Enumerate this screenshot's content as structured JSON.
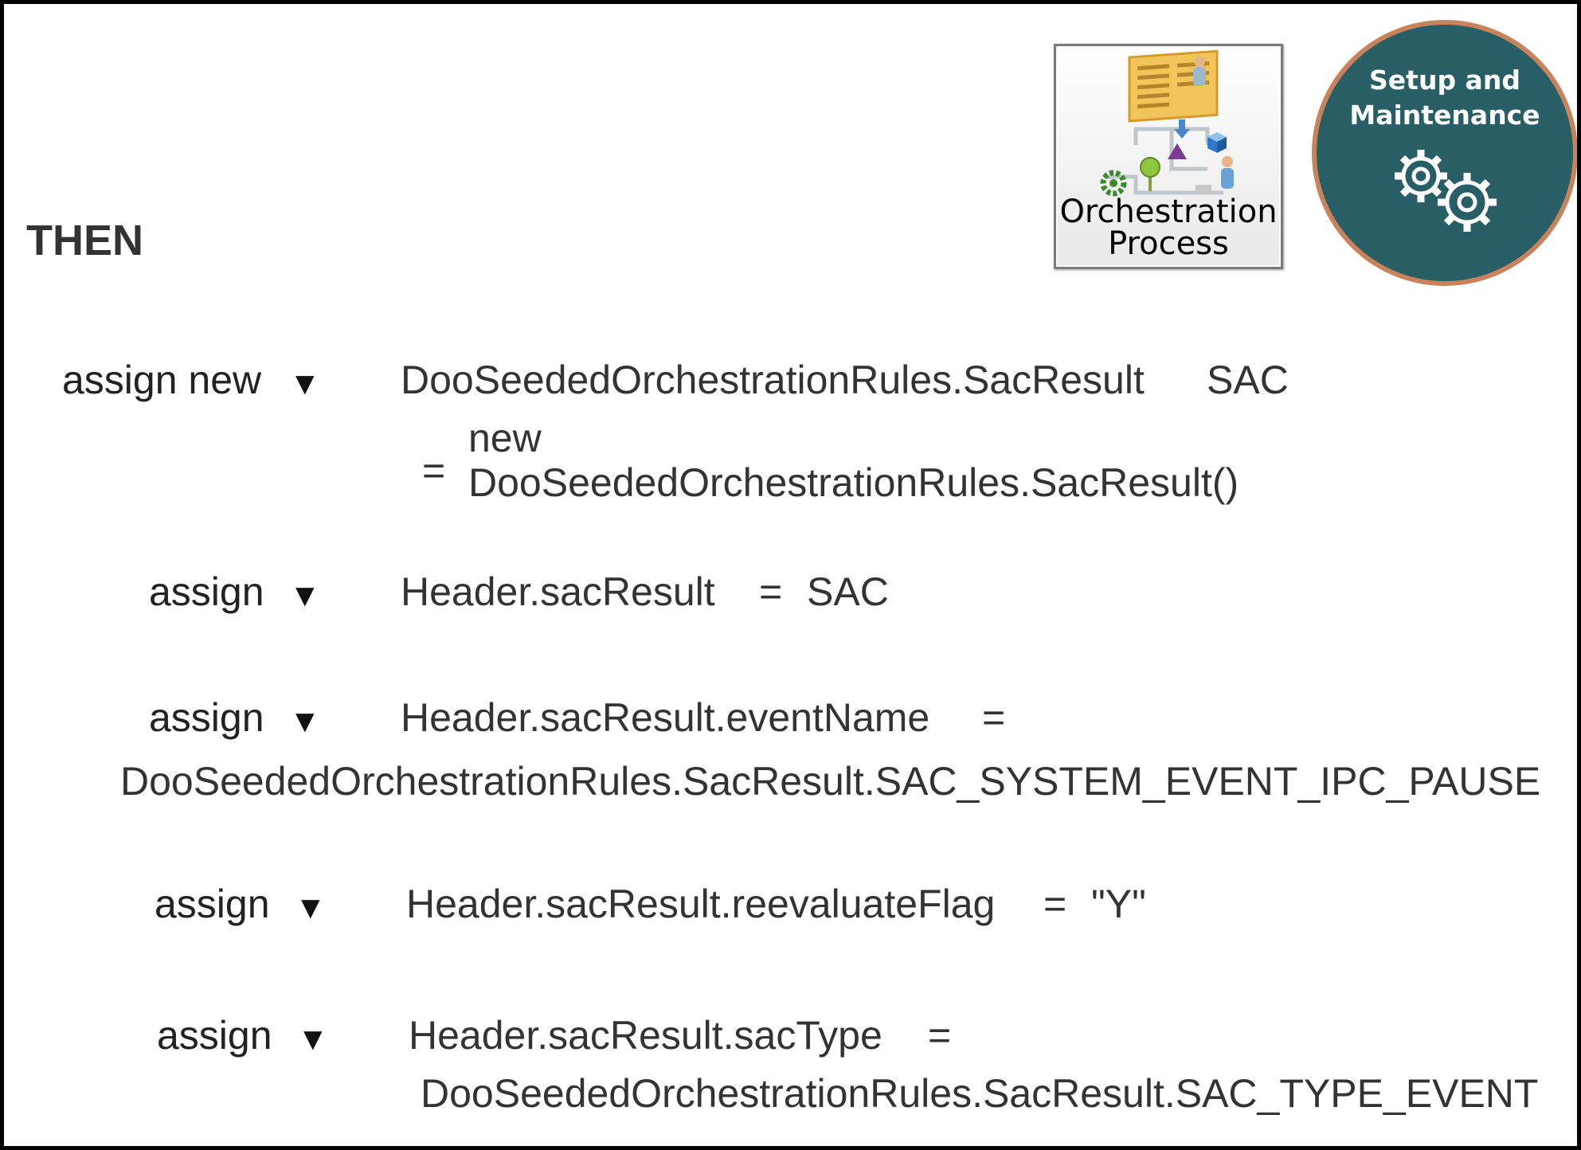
{
  "then_label": "THEN",
  "tiles": {
    "orchestration": {
      "line1": "Orchestration",
      "line2": "Process",
      "icon": "orchestration-process-icon"
    },
    "setup": {
      "line1": "Setup and",
      "line2": "Maintenance",
      "icon": "gears-icon"
    }
  },
  "rules": [
    {
      "action": "assign new",
      "lhs": "DooSeededOrchestrationRules.SacResult",
      "var": "SAC",
      "op": "=",
      "rhs_line1": "new",
      "rhs_line2": "DooSeededOrchestrationRules.SacResult()"
    },
    {
      "action": "assign",
      "lhs": "Header.sacResult",
      "op": "=",
      "rhs": "SAC"
    },
    {
      "action": "assign",
      "lhs": "Header.sacResult.eventName",
      "op": "=",
      "rhs": "DooSeededOrchestrationRules.SacResult.SAC_SYSTEM_EVENT_IPC_PAUSE"
    },
    {
      "action": "assign",
      "lhs": "Header.sacResult.reevaluateFlag",
      "op": "=",
      "rhs": "\"Y\""
    },
    {
      "action": "assign",
      "lhs": "Header.sacResult.sacType",
      "op": "=",
      "rhs": "DooSeededOrchestrationRules.SacResult.SAC_TYPE_EVENT"
    }
  ],
  "dropdown_arrow": "▼",
  "colors": {
    "badge_fill": "#285f66",
    "badge_border": "#c9835a",
    "text": "#333333"
  }
}
